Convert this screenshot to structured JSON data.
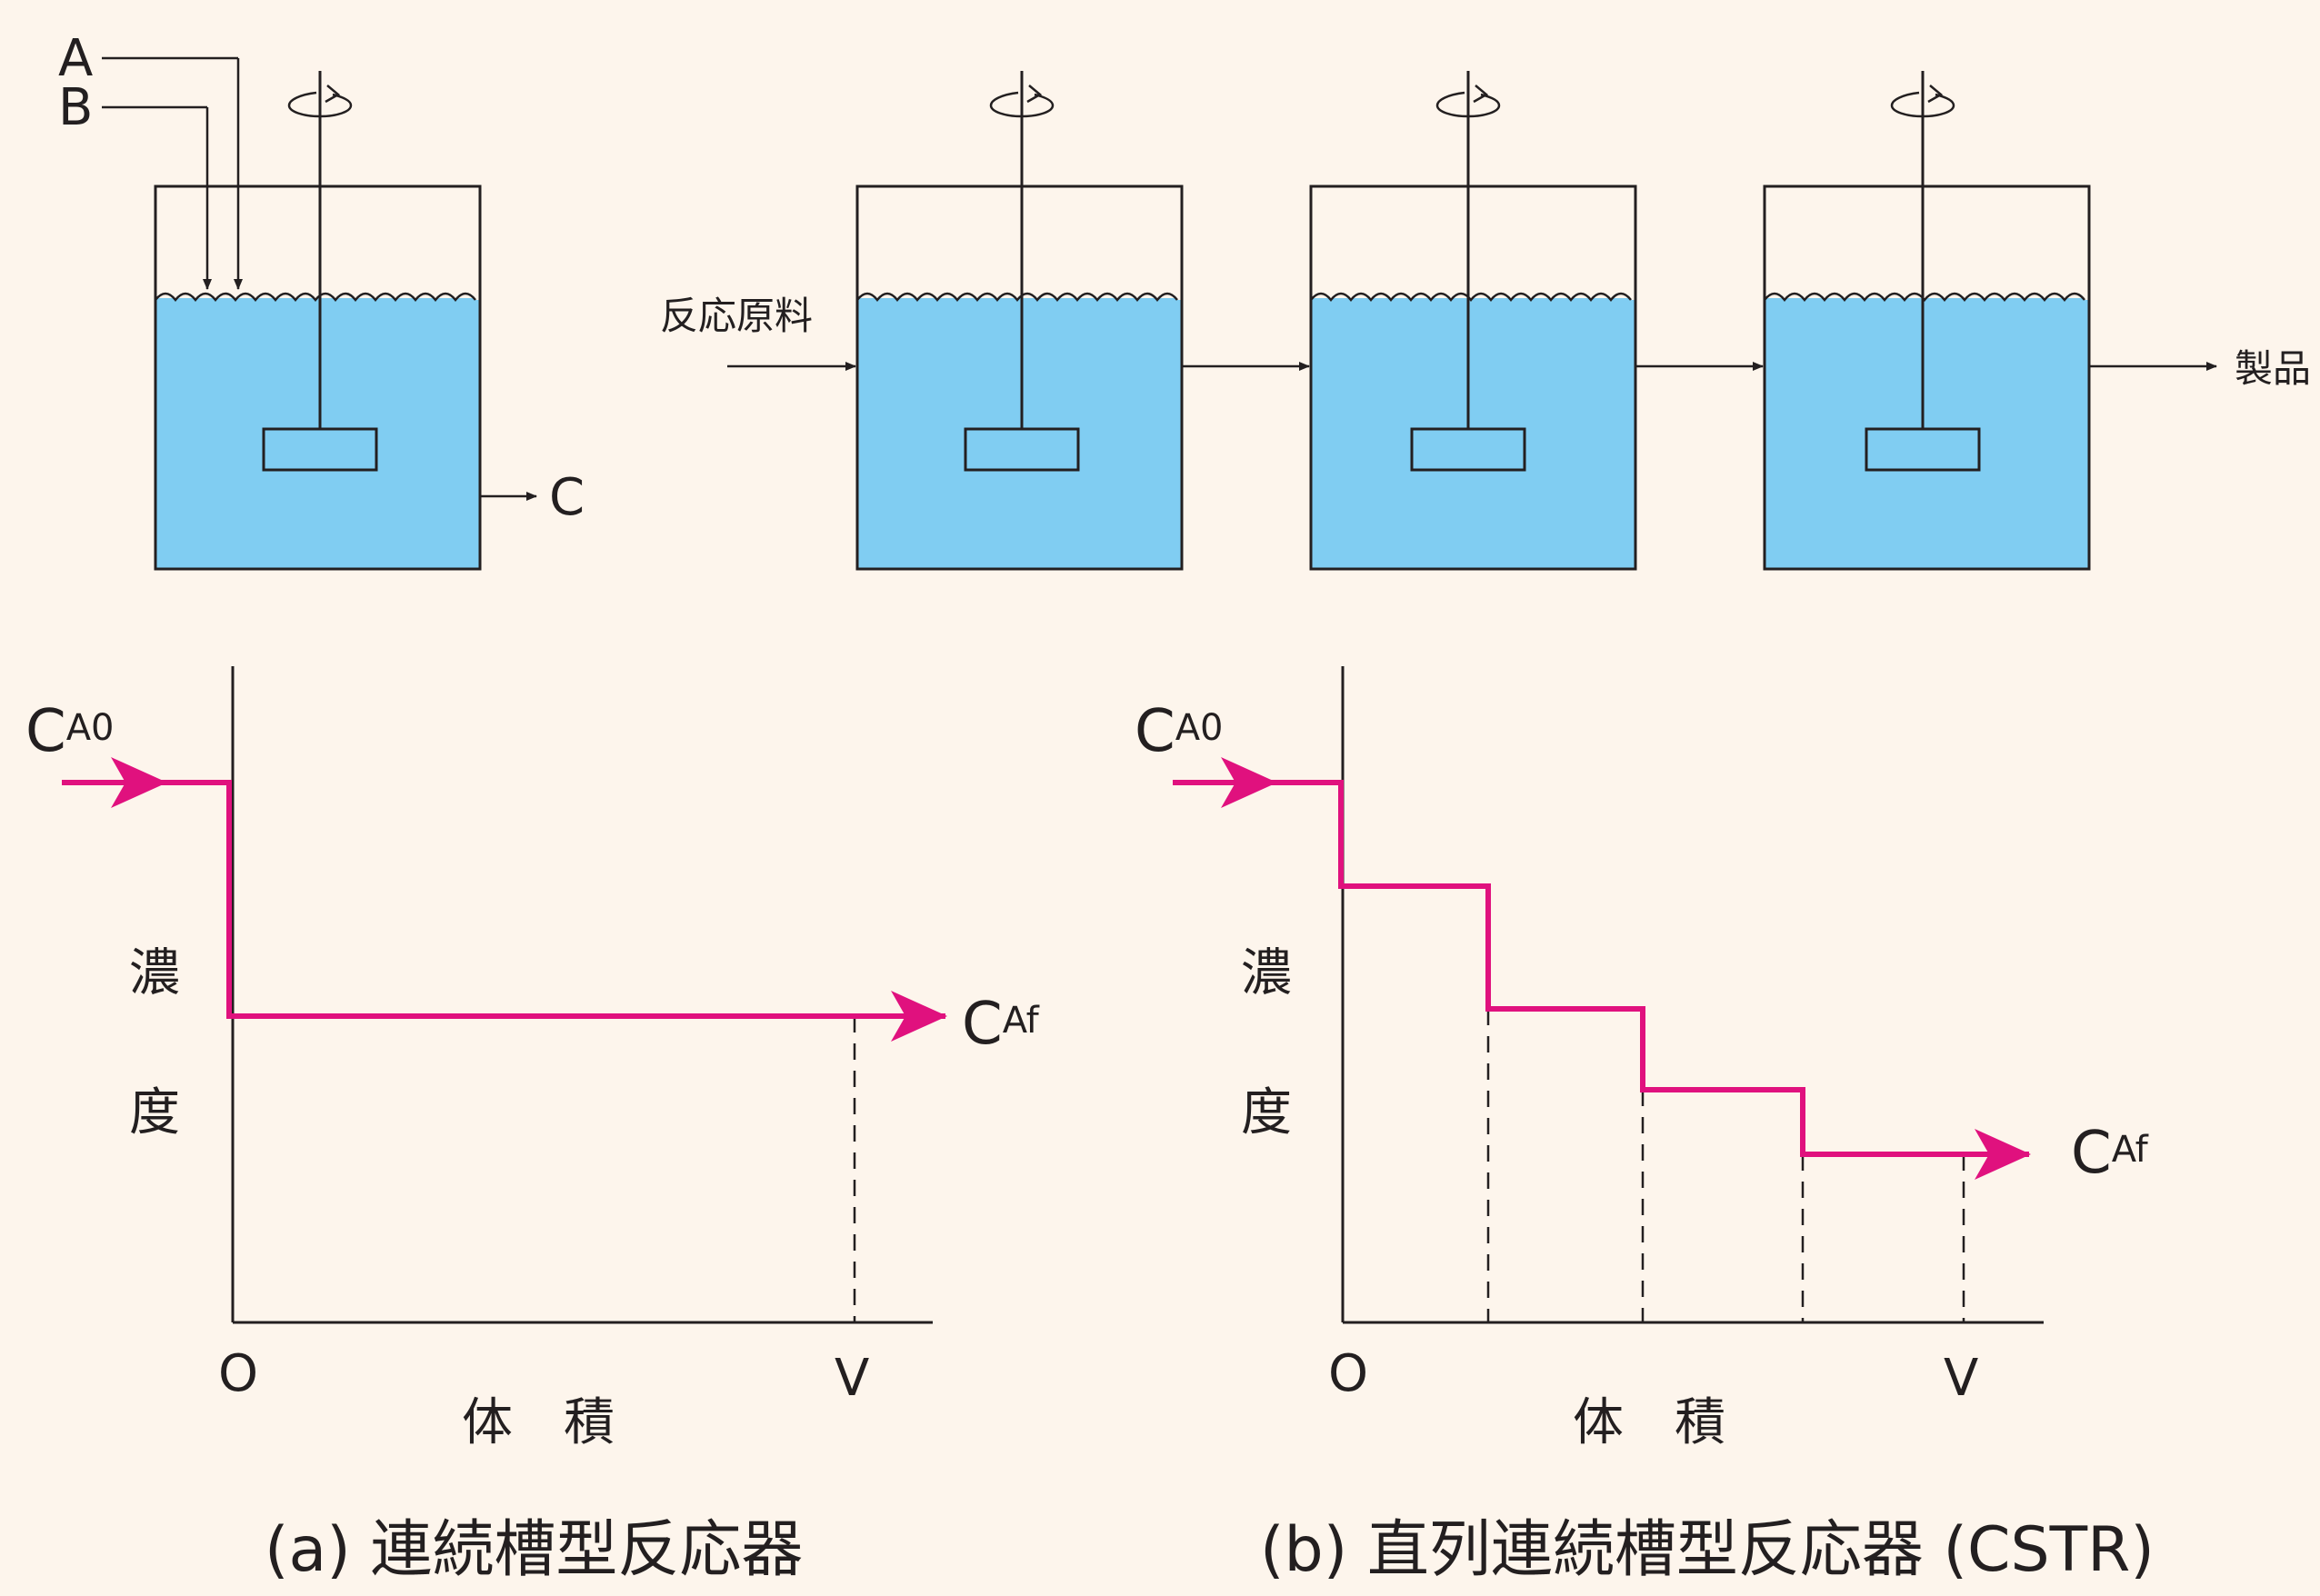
{
  "colors": {
    "background": "#fdf5ec",
    "liquid": "#80cdf2",
    "concentration_line": "#e0117e",
    "stroke": "#231f20"
  },
  "panel_a": {
    "feed_a": "A",
    "feed_b": "B",
    "outlet": "C",
    "c_initial": "C",
    "c_initial_sub": "A0",
    "c_final": "C",
    "c_final_sub": "Af",
    "y_axis_label": "濃 度",
    "origin_label": "O",
    "v_label": "V",
    "x_axis_label": "体　積",
    "caption": "(a) 連続槽型反応器"
  },
  "panel_b": {
    "inlet": "反応原料",
    "outlet": "製品",
    "c_initial": "C",
    "c_initial_sub": "A0",
    "c_final": "C",
    "c_final_sub": "Af",
    "y_axis_label": "濃 度",
    "origin_label": "O",
    "v_label": "V",
    "x_axis_label": "体　積",
    "caption": "(b) 直列連続槽型反応器 (CSTR)"
  }
}
